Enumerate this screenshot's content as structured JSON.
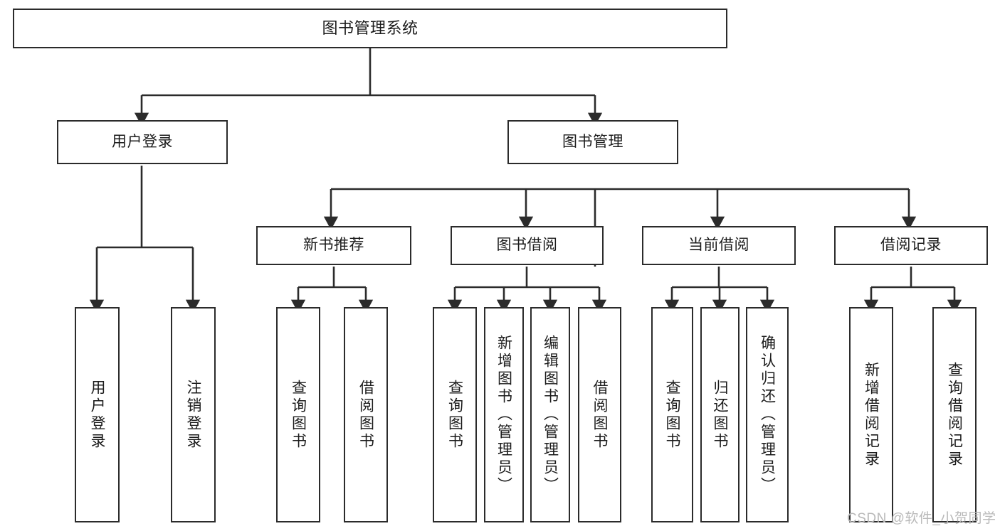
{
  "diagram": {
    "title": "图书管理系统",
    "type": "hierarchy-tree",
    "watermark": "CSDN @软件_小贺同学",
    "colors": {
      "stroke": "#2b2b2b",
      "fill": "#ffffff",
      "text": "#1b1b1b",
      "watermark": "#b9b9b9"
    },
    "levels": {
      "level1": [
        {
          "id": "root",
          "label": "图书管理系统"
        }
      ],
      "level2": [
        {
          "id": "user-login",
          "label": "用户登录"
        },
        {
          "id": "book-manage",
          "label": "图书管理"
        }
      ],
      "level3": [
        {
          "id": "new-book-rec",
          "label": "新书推荐"
        },
        {
          "id": "book-borrow",
          "label": "图书借阅"
        },
        {
          "id": "current-borrow",
          "label": "当前借阅"
        },
        {
          "id": "borrow-record",
          "label": "借阅记录"
        }
      ],
      "level4": [
        {
          "id": "leaf-user-login",
          "label": "用户登录",
          "parent": "user-login"
        },
        {
          "id": "leaf-logout",
          "label": "注销登录",
          "parent": "user-login"
        },
        {
          "id": "leaf-query-book-1",
          "label": "查询图书",
          "parent": "new-book-rec"
        },
        {
          "id": "leaf-borrow-book-1",
          "label": "借阅图书",
          "parent": "new-book-rec"
        },
        {
          "id": "leaf-query-book-2",
          "label": "查询图书",
          "parent": "book-borrow"
        },
        {
          "id": "leaf-add-book",
          "label": "新增图书（管理员）",
          "parent": "book-borrow"
        },
        {
          "id": "leaf-edit-book",
          "label": "编辑图书（管理员）",
          "parent": "book-borrow"
        },
        {
          "id": "leaf-borrow-book-2",
          "label": "借阅图书",
          "parent": "book-borrow"
        },
        {
          "id": "leaf-query-book-3",
          "label": "查询图书",
          "parent": "current-borrow"
        },
        {
          "id": "leaf-return-book",
          "label": "归还图书",
          "parent": "current-borrow"
        },
        {
          "id": "leaf-confirm-return",
          "label": "确认归还（管理员）",
          "parent": "current-borrow"
        },
        {
          "id": "leaf-add-record",
          "label": "新增借阅记录",
          "parent": "borrow-record"
        },
        {
          "id": "leaf-query-record",
          "label": "查询借阅记录",
          "parent": "borrow-record"
        }
      ]
    }
  }
}
